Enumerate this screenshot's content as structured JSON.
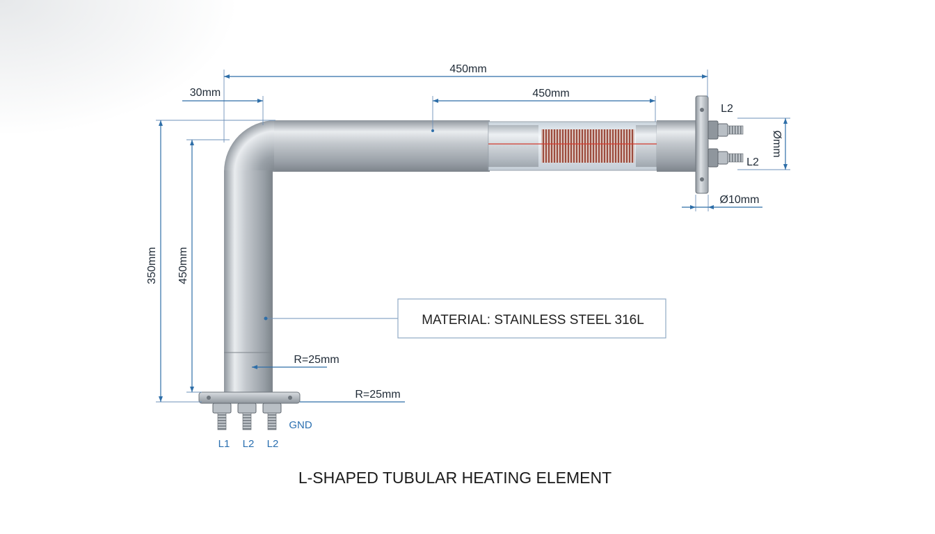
{
  "dimensions": {
    "top_overall": "450mm",
    "top_window": "450mm",
    "top_left": "30mm",
    "left_outer_vertical": "350mm",
    "left_inner_vertical": "450mm",
    "radius_inner": "R=25mm",
    "radius_base": "R=25mm",
    "flange_diameter": "Ømm",
    "tube_diameter": "Ø10mm"
  },
  "terminals": {
    "right_top": "L2",
    "right_bottom": "L2",
    "bottom_1": "L1",
    "bottom_2": "L2",
    "bottom_3": "L2",
    "ground": "GND"
  },
  "callout": {
    "material": "MATERIAL: STAINLESS STEEL 316L"
  },
  "caption": "L-SHAPED TUBULAR HEATING ELEMENT",
  "colors": {
    "dimension_line": "#2e6ea8",
    "label_blue": "#2a6fb0",
    "steel": "#a9b0b7",
    "coil": "#a04a3c"
  }
}
